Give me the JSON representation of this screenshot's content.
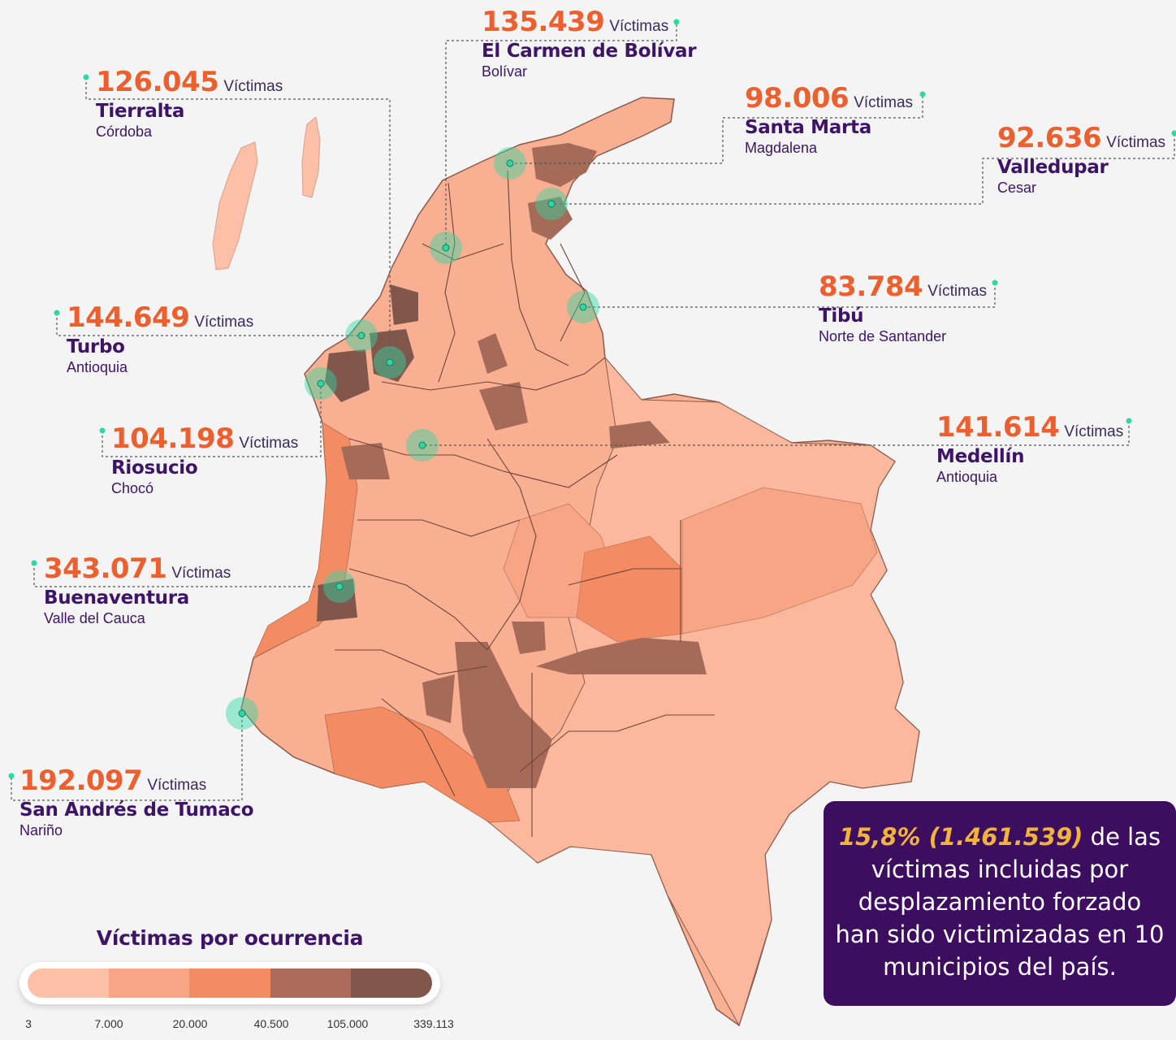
{
  "callouts": [
    {
      "num": "135.439",
      "unit": "Víctimas",
      "city": "El Carmen de Bolívar",
      "dept": "Bolívar"
    },
    {
      "num": "126.045",
      "unit": "Víctimas",
      "city": "Tierralta",
      "dept": "Córdoba"
    },
    {
      "num": "98.006",
      "unit": "Víctimas",
      "city": "Santa Marta",
      "dept": "Magdalena"
    },
    {
      "num": "92.636",
      "unit": "Víctimas",
      "city": "Valledupar",
      "dept": "Cesar"
    },
    {
      "num": "83.784",
      "unit": "Víctimas",
      "city": "Tibú",
      "dept": "Norte de Santander"
    },
    {
      "num": "144.649",
      "unit": "Víctimas",
      "city": "Turbo",
      "dept": "Antioquia"
    },
    {
      "num": "104.198",
      "unit": "Víctimas",
      "city": "Riosucio",
      "dept": "Chocó"
    },
    {
      "num": "141.614",
      "unit": "Víctimas",
      "city": "Medellín",
      "dept": "Antioquia"
    },
    {
      "num": "343.071",
      "unit": "Víctimas",
      "city": "Buenaventura",
      "dept": "Valle del Cauca"
    },
    {
      "num": "192.097",
      "unit": "Víctimas",
      "city": "San Andrés de Tumaco",
      "dept": "Nariño"
    }
  ],
  "info_box": {
    "highlight": "15,8% (1.461.539)",
    "text": " de las víctimas incluidas por desplazamiento forzado han sido victimizadas en 10 municipios del país."
  },
  "legend": {
    "title": "Víctimas por ocurrencia",
    "ticks": [
      "3",
      "7.000",
      "20.000",
      "40.500",
      "105.000",
      "339.113"
    ],
    "colors": [
      "#fcbfa8",
      "#f7a585",
      "#f48c63",
      "#ad6c5a",
      "#81574b"
    ]
  },
  "colors": {
    "accent_number": "#ec5f2f",
    "city_text": "#3d1466",
    "info_bg": "#3d0d60",
    "info_highlight": "#f2b33d",
    "marker": "#2fd7a3"
  }
}
